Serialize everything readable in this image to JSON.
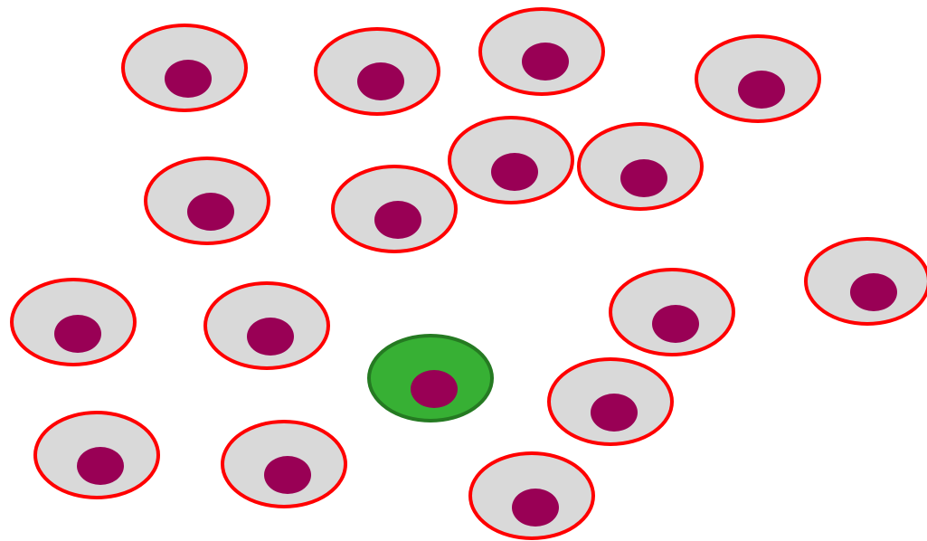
{
  "colors": {
    "background": "#ffffff",
    "cell_fill": "#d9d9d9",
    "cell_outline": "#ff0000",
    "nucleus": "#990055",
    "highlight_fill": "#37b034",
    "highlight_outline": "#257a22"
  },
  "cells": [
    {
      "kind": "normal"
    },
    {
      "kind": "normal"
    },
    {
      "kind": "normal"
    },
    {
      "kind": "normal"
    },
    {
      "kind": "normal"
    },
    {
      "kind": "normal"
    },
    {
      "kind": "normal"
    },
    {
      "kind": "normal"
    },
    {
      "kind": "normal"
    },
    {
      "kind": "normal"
    },
    {
      "kind": "normal"
    },
    {
      "kind": "normal"
    },
    {
      "kind": "highlighted"
    },
    {
      "kind": "normal"
    },
    {
      "kind": "normal"
    },
    {
      "kind": "normal"
    },
    {
      "kind": "normal"
    }
  ]
}
